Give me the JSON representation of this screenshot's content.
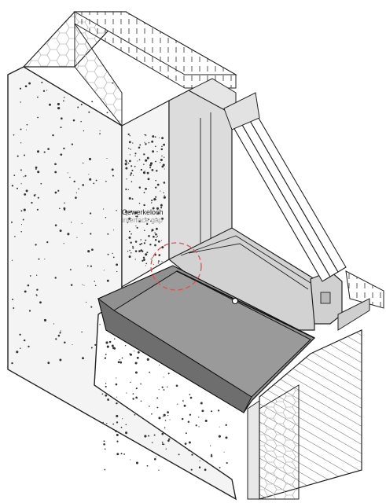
{
  "annotation": {
    "term_de": "Gewerkeloch",
    "term_en": "interface gap"
  },
  "colors": {
    "line": "#1a1a1a",
    "concrete_fill": "#f4f4f4",
    "frame_fill": "#d9d9d9",
    "sill_fill": "#8f8f8f",
    "insulation_fill": "#ffffff",
    "highlight": "#e05050"
  },
  "components": [
    "concrete-wall",
    "window-frame",
    "triple-glazing",
    "window-sill",
    "insulation",
    "highlight-circle"
  ]
}
